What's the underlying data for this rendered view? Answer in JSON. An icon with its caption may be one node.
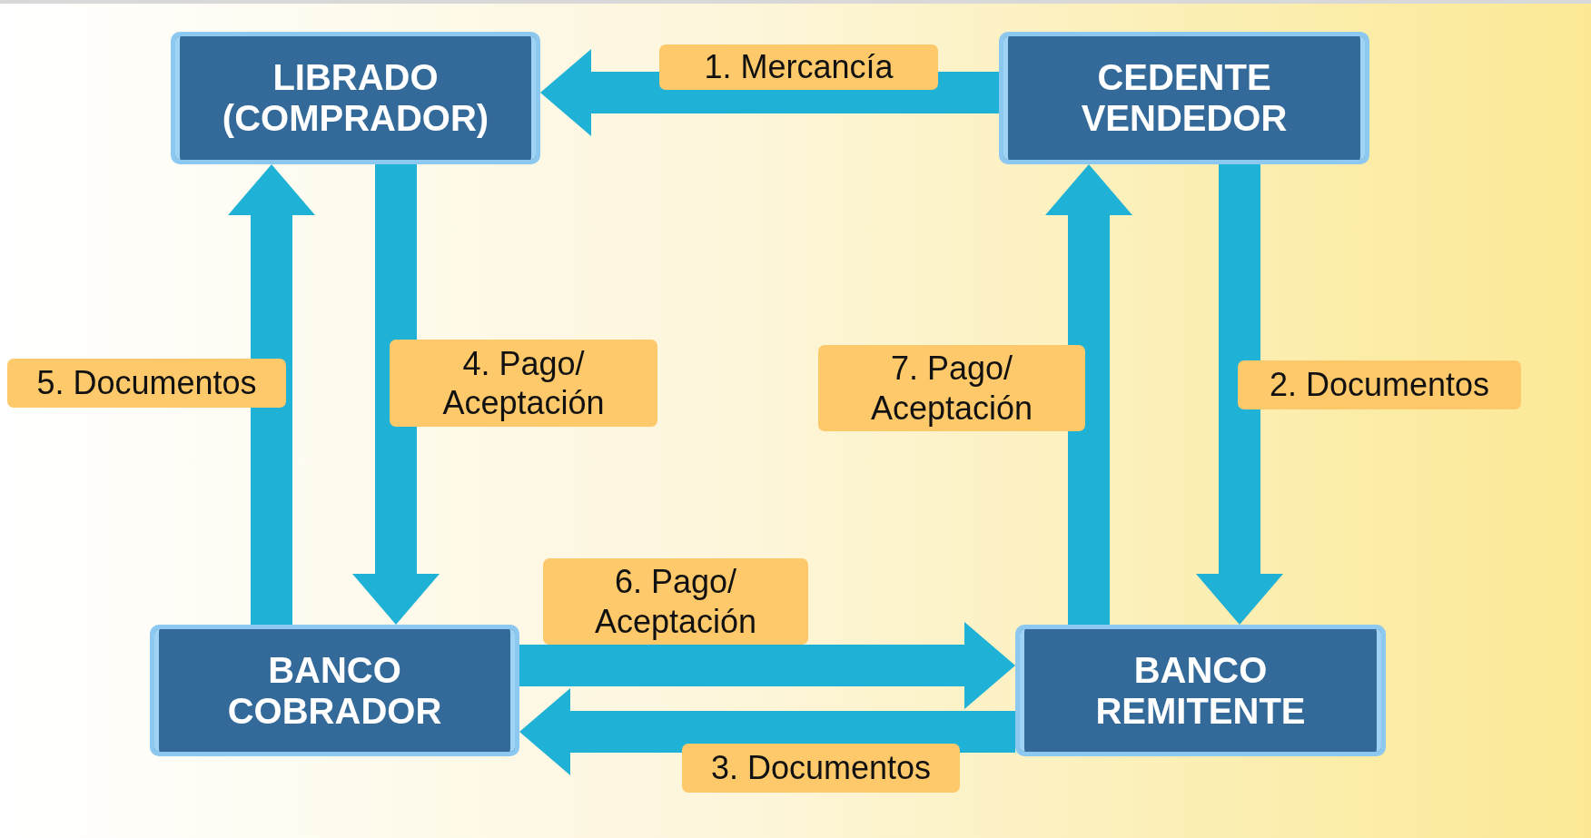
{
  "diagram": {
    "nodes": [
      {
        "text": [
          "LIBRADO (COMPRADOR)"
        ]
      },
      {
        "text": [
          "CEDENTE VENDEDOR"
        ]
      },
      {
        "text": [
          "BANCO COBRADOR"
        ]
      },
      {
        "text": [
          "BANCO REMITENTE"
        ]
      }
    ],
    "edges": [
      {
        "from": 1,
        "to": 0,
        "arrow": "to",
        "label": "1. Mercancía"
      },
      {
        "from": 1,
        "to": 3,
        "arrow": "to",
        "label": "2. Documentos"
      },
      {
        "from": 3,
        "to": 2,
        "arrow": "to",
        "label": "3. Documentos"
      },
      {
        "from": 0,
        "to": 2,
        "arrow": "to",
        "label": "4. Pago/ Aceptación"
      },
      {
        "from": 2,
        "to": 0,
        "arrow": "to",
        "label": "5. Documentos"
      },
      {
        "from": 2,
        "to": 3,
        "arrow": "to",
        "label": "6. Pago/ Aceptación"
      },
      {
        "from": 3,
        "to": 1,
        "arrow": "to",
        "label": "7. Pago/ Aceptación"
      }
    ]
  }
}
